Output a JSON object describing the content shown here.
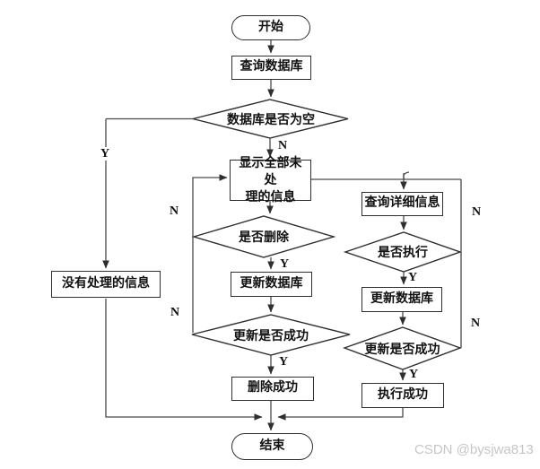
{
  "nodes": {
    "start": {
      "label": "开始"
    },
    "query_database": {
      "label": "查询数据库"
    },
    "db_empty_check": {
      "label": "数据库是否为空"
    },
    "display_unprocessed": {
      "line1": "显示全部未处",
      "line2": "理的信息"
    },
    "query_detail": {
      "label": "查询详细信息"
    },
    "delete_check": {
      "label": "是否删除"
    },
    "execute_check": {
      "label": "是否执行"
    },
    "update_db_left": {
      "label": "更新数据库"
    },
    "update_db_right": {
      "label": "更新数据库"
    },
    "update_success_left": {
      "label": "更新是否成功"
    },
    "update_success_right": {
      "label": "更新是否成功"
    },
    "delete_success": {
      "label": "删除成功"
    },
    "execute_success": {
      "label": "执行成功"
    },
    "no_processed_info": {
      "label": "没有处理的信息"
    },
    "end": {
      "label": "结束"
    }
  },
  "edge_labels": {
    "db_empty_yes": "Y",
    "db_empty_no": "N",
    "delete_no": "N",
    "delete_yes": "Y",
    "update_left_no": "N",
    "update_left_yes": "Y",
    "execute_no": "N",
    "execute_yes": "Y",
    "update_right_no": "N",
    "update_right_yes": "Y"
  },
  "watermark": "CSDN @bysjwa813",
  "colors": {
    "line": "#4a4a4a",
    "border": "#2e2e2e",
    "fill": "#ffffff",
    "watermark": "#c6c6c6"
  }
}
